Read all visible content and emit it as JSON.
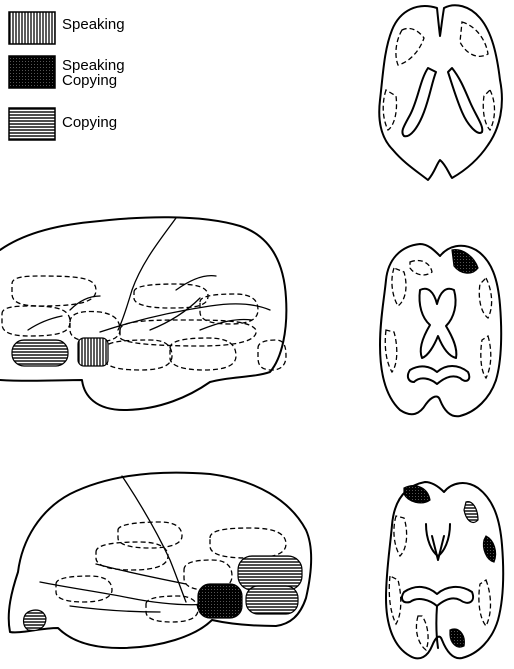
{
  "legend": {
    "items": [
      {
        "label": "Speaking",
        "pattern": "vertical-lines"
      },
      {
        "label_line1": "Speaking",
        "label_line2": "Copying",
        "pattern": "dense-cross"
      },
      {
        "label": "Copying",
        "pattern": "horizontal-lines"
      }
    ]
  },
  "colors": {
    "ink": "#000000",
    "paper": "#ffffff"
  }
}
